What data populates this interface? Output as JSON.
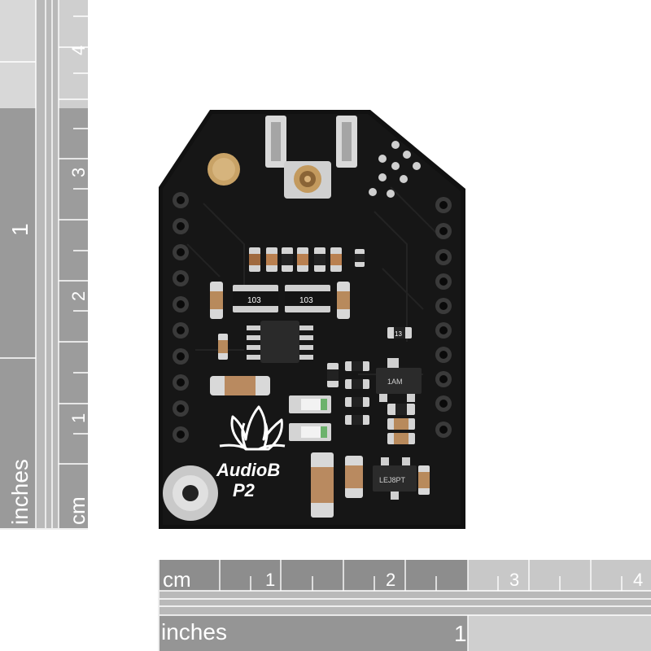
{
  "ruler_vertical": {
    "cm_label": "cm",
    "inches_label": "inches",
    "cm_numbers": [
      "1",
      "2",
      "3",
      "4"
    ],
    "inch_numbers": [
      "1"
    ]
  },
  "ruler_horizontal": {
    "cm_label": "cm",
    "inches_label": "inches",
    "cm_numbers": [
      "1",
      "2",
      "3",
      "4"
    ],
    "inch_numbers": [
      "1"
    ]
  },
  "board": {
    "silkscreen_line1": "AudioB",
    "silkscreen_line2": "P2",
    "resistor_network_labels": [
      "103",
      "103"
    ],
    "ic_marking_left": "1AM",
    "ic_marking_bottom": "LEJ8PT",
    "small_marking": "13"
  },
  "colors": {
    "ruler_light": "#c8c8c8",
    "ruler_dark": "#8a8a8a",
    "pcb": "#101010",
    "gold": "#c8a266",
    "silver": "#d8d8d8"
  }
}
